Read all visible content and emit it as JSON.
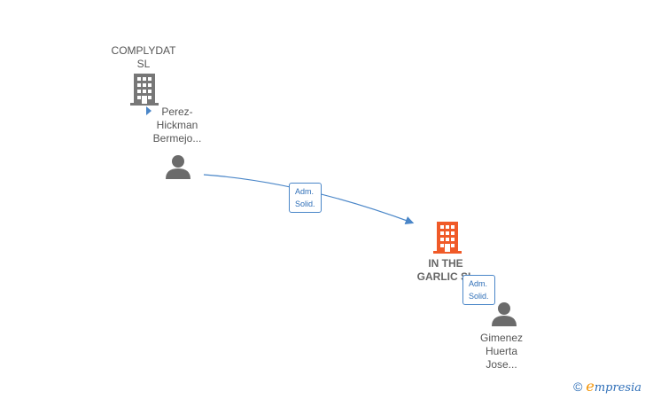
{
  "nodes": {
    "complydat": {
      "label": "COMPLYDAT\nSL"
    },
    "perez": {
      "label": "Perez-\nHickman\nBermejo..."
    },
    "inthegarlic": {
      "label": "IN THE\nGARLIC  SL"
    },
    "gimenez": {
      "label": "Gimenez\nHuerta\nJose..."
    }
  },
  "edges": [
    {
      "label": "Adm.\nSolid."
    },
    {
      "label": "Adm.\nSolid."
    }
  ],
  "colors": {
    "company": "#777777",
    "company_highlight": "#f05a28",
    "person": "#6b6b6b",
    "edge": "#4a86c8"
  },
  "copyright": {
    "symbol": "©",
    "brand_e": "e",
    "brand_rest": "mpresia"
  }
}
